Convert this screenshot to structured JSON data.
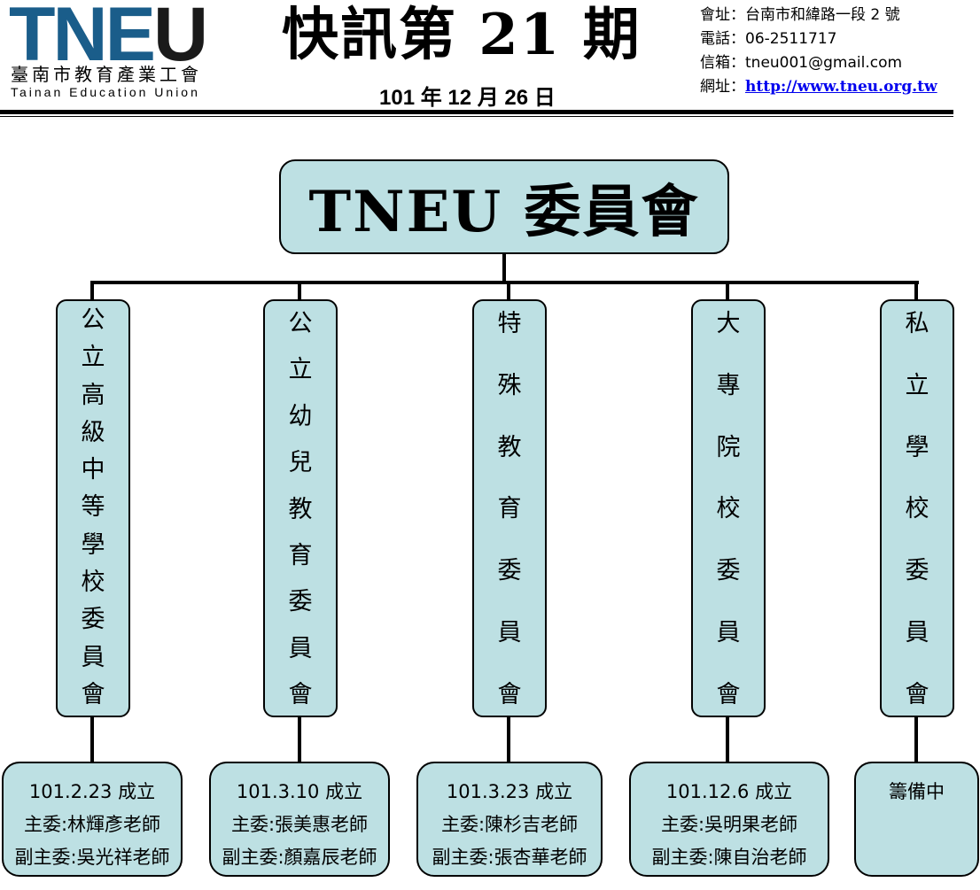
{
  "header": {
    "logo_text": "TNEU",
    "logo_zh": "臺南市教育產業工會",
    "logo_en": "Tainan Education Union",
    "issue_title": "快訊第 21 期",
    "issue_date": "101 年 12 月 26 日",
    "contact": {
      "address": "會址：台南市和緯路一段 2 號",
      "phone": "電話：06-2511717",
      "email": "信箱：tneu001@gmail.com",
      "website_label": "網址：",
      "website_url": "http://www.tneu.org.tw"
    }
  },
  "chart": {
    "root": "TNEU  委員會",
    "committees": [
      {
        "name": [
          "公",
          "立",
          "高",
          "級",
          "中",
          "等",
          "學",
          "校",
          "委",
          "員",
          "會"
        ],
        "info": [
          "101.2.23 成立",
          "主委:林輝彥老師",
          "副主委:吳光祥老師"
        ]
      },
      {
        "name": [
          "公",
          "立",
          "幼",
          "兒",
          "教",
          "育",
          "委",
          "員",
          "會"
        ],
        "info": [
          "101.3.10 成立",
          "主委:張美惠老師",
          "副主委:顏嘉辰老師"
        ]
      },
      {
        "name": [
          "特",
          "殊",
          "教",
          "育",
          "委",
          "員",
          "會"
        ],
        "info": [
          "101.3.23 成立",
          "主委:陳杉吉老師",
          "副主委:張杏華老師"
        ]
      },
      {
        "name": [
          "大",
          "專",
          "院",
          "校",
          "委",
          "員",
          "會"
        ],
        "info": [
          "101.12.6 成立",
          "主委:吳明果老師",
          "副主委:陳自治老師"
        ]
      },
      {
        "name": [
          "私",
          "立",
          "學",
          "校",
          "委",
          "員",
          "會"
        ],
        "info": [
          "籌備中"
        ]
      }
    ]
  }
}
